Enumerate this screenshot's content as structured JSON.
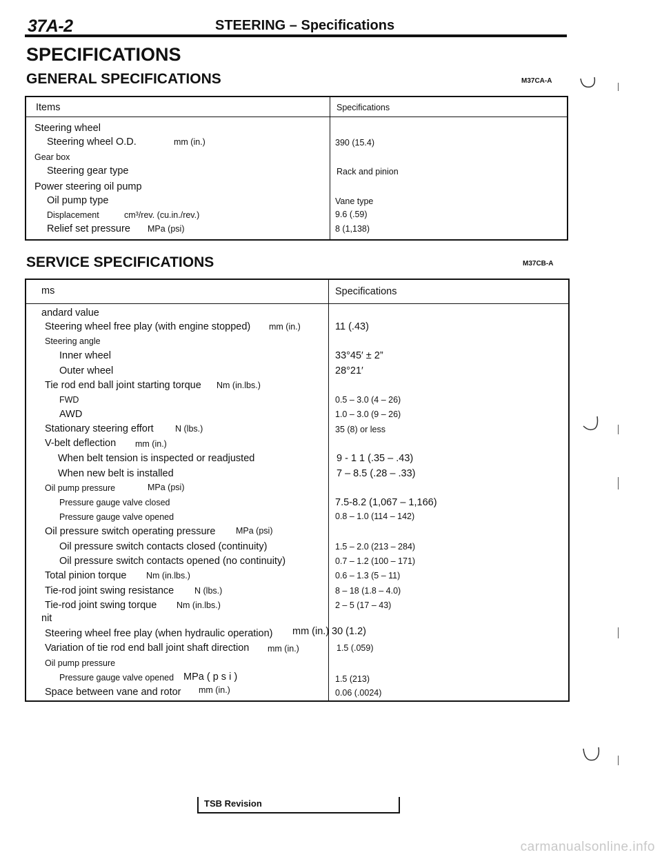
{
  "header": {
    "page_number": "37A-2",
    "title": "STEERING – Specifications"
  },
  "page_heading": "SPECIFICATIONS",
  "general": {
    "heading": "GENERAL SPECIFICATIONS",
    "code": "M37CA-A",
    "col_items": "Items",
    "col_specs": "Specifications",
    "rows": [
      {
        "item": "Steering wheel",
        "unit": "",
        "value": ""
      },
      {
        "item": "Steering wheel O.D.",
        "unit": "mm (in.)",
        "value": "390 (15.4)"
      },
      {
        "item": "Gear box",
        "unit": "",
        "value": ""
      },
      {
        "item": "Steering gear type",
        "unit": "",
        "value": "Rack and pinion"
      },
      {
        "item": "Power steering oil pump",
        "unit": "",
        "value": ""
      },
      {
        "item": "Oil pump type",
        "unit": "",
        "value": "Vane type"
      },
      {
        "item": "Displacement",
        "unit": "cm³/rev. (cu.in./rev.)",
        "value": "9.6 (.59)"
      },
      {
        "item": "Relief set pressure",
        "unit": "MPa (psi)",
        "value": "8 (1,138)"
      }
    ]
  },
  "service": {
    "heading": "SERVICE SPECIFICATIONS",
    "code": "M37CB-A",
    "col_items": "ms",
    "col_specs": "Specifications",
    "rows": [
      {
        "item": "andard value",
        "unit": "",
        "value": ""
      },
      {
        "item": "Steering wheel free play (with engine stopped)",
        "unit": "mm (in.)",
        "value": "11 (.43)"
      },
      {
        "item": "Steering angle",
        "unit": "",
        "value": ""
      },
      {
        "item": "Inner wheel",
        "unit": "",
        "value": "33°45′ ± 2”"
      },
      {
        "item": "Outer wheel",
        "unit": "",
        "value": "28°21′"
      },
      {
        "item": "Tie rod end ball joint starting torque",
        "unit": "Nm (in.lbs.)",
        "value": ""
      },
      {
        "item": "FWD",
        "unit": "",
        "value": "0.5 – 3.0 (4 – 26)"
      },
      {
        "item": "AWD",
        "unit": "",
        "value": "1.0 – 3.0 (9 – 26)"
      },
      {
        "item": "Stationary steering effort",
        "unit": "N (lbs.)",
        "value": "35 (8) or less"
      },
      {
        "item": "V-belt deflection",
        "unit": "mm (in.)",
        "value": ""
      },
      {
        "item": "When belt tension is inspected or readjusted",
        "unit": "",
        "value": "9 - 1 1 (.35 – .43)"
      },
      {
        "item": "When new belt is installed",
        "unit": "",
        "value": "7 – 8.5 (.28 – .33)"
      },
      {
        "item": "Oil pump pressure",
        "unit": "MPa (psi)",
        "value": ""
      },
      {
        "item": "Pressure gauge valve closed",
        "unit": "",
        "value": "7.5-8.2 (1,067 – 1,166)"
      },
      {
        "item": "Pressure gauge valve opened",
        "unit": "",
        "value": "0.8 – 1.0 (114 – 142)"
      },
      {
        "item": "Oil pressure switch operating pressure",
        "unit": "MPa (psi)",
        "value": ""
      },
      {
        "item": "Oil pressure switch contacts closed (continuity)",
        "unit": "",
        "value": "1.5 – 2.0 (213 – 284)"
      },
      {
        "item": "Oil pressure switch contacts opened (no continuity)",
        "unit": "",
        "value": "0.7 – 1.2 (100 – 171)"
      },
      {
        "item": "Total pinion torque",
        "unit": "Nm (in.lbs.)",
        "value": "0.6 – 1.3 (5 – 11)"
      },
      {
        "item": "Tie-rod joint swing resistance",
        "unit": "N (lbs.)",
        "value": "8 – 18 (1.8 – 4.0)"
      },
      {
        "item": "Tie-rod joint swing torque",
        "unit": "Nm (in.lbs.)",
        "value": "2 – 5 (17 – 43)"
      },
      {
        "item": "nit",
        "unit": "",
        "value": ""
      },
      {
        "item": "Steering wheel free play (when hydraulic operation)",
        "unit": "mm (in.)",
        "value": "30 (1.2)"
      },
      {
        "item": "Variation of tie rod end ball joint shaft direction",
        "unit": "mm (in.)",
        "value": "1.5 (.059)"
      },
      {
        "item": "Oil pump pressure",
        "unit": "",
        "value": ""
      },
      {
        "item": "Pressure gauge valve opened",
        "unit": "MPa ( p s i )",
        "value": "1.5 (213)"
      },
      {
        "item": "Space between vane and rotor",
        "unit": "mm (in.)",
        "value": "0.06 (.0024)"
      }
    ]
  },
  "footer": {
    "label": "TSB Revision"
  },
  "watermark": "carmanualsonline.info"
}
